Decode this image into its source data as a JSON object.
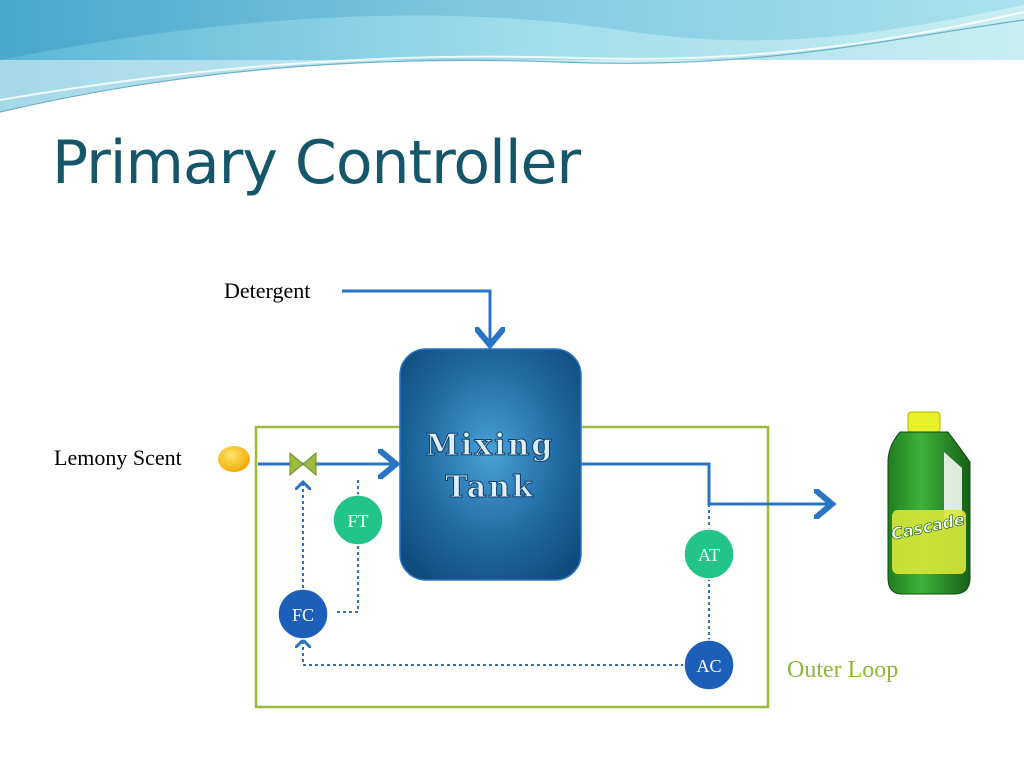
{
  "slide": {
    "title": "Primary Controller"
  },
  "diagram": {
    "inputs": {
      "detergent": "Detergent",
      "lemony_scent": "Lemony Scent"
    },
    "tank": {
      "line1": "Mixing",
      "line2": "Tank"
    },
    "instruments": {
      "flow_transmitter": "FT",
      "flow_controller": "FC",
      "analyzer_transmitter": "AT",
      "analyzer_controller": "AC"
    },
    "loop_label": "Outer Loop",
    "product_label": "Cascade"
  },
  "colors": {
    "title": "#15566b",
    "process_line": "#2a74c4",
    "signal_line": "#2a74c4",
    "tank": "#1e6aa0",
    "loop_box": "#9bbb3f",
    "ft_at_fill": "#22c48a",
    "fc_ac_fill": "#1c5fb8",
    "loop_label": "#8fb83b"
  },
  "icons": [
    "wave-header",
    "lemon-icon",
    "valve-icon",
    "detergent-bottle-icon"
  ]
}
